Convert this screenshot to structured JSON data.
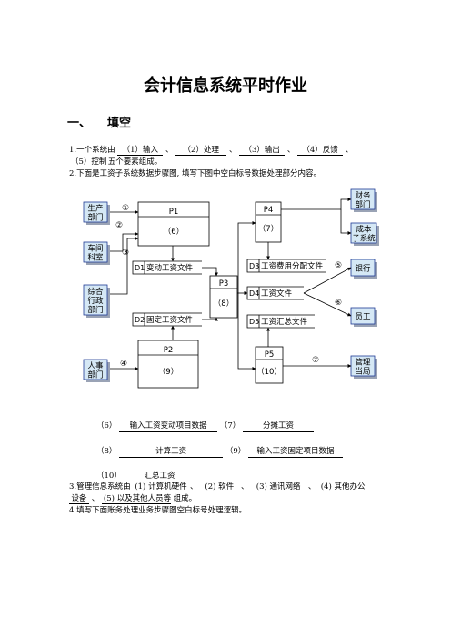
{
  "doc": {
    "title": "会计信息系统平时作业",
    "section_num": "一、",
    "section_title": "填空",
    "q1": {
      "prefix": "1.一个系统由",
      "blanks": [
        "（1）输入",
        "（2）处理",
        "（3）输出",
        "（4）反馈",
        "（5）控制"
      ],
      "sep": "、",
      "suffix": "五个要素组成。"
    },
    "q2": {
      "text": "2.下面是工资子系统数据步骤图, 填写下图中空白标号数据处理部分内容。"
    },
    "answers": {
      "a6_label": "（6）",
      "a6": "输入工资变动项目数据",
      "a7_label": "（7）",
      "a7": "分摊工资",
      "a8_label": "（8）",
      "a8": "计算工资",
      "a9_label": "（9）",
      "a9": "输入工资固定项目数据",
      "a10_label": "（10）",
      "a10": "汇总工资"
    },
    "q3": {
      "prefix": "3.管理信息系统由",
      "b1": "(1) 计算机硬件",
      "b2": "(2) 软件",
      "b3": "(3) 通讯网络",
      "b4a": "(4) 其他办公",
      "b4b": "设备",
      "b5": "(5) 以及其他人员等",
      "sep": "、",
      "suffix": "组成。"
    },
    "q4": {
      "text": "4.填写下面账务处理业务步骤图空白标号处理逻辑。"
    }
  },
  "diagram": {
    "entities": {
      "e1": [
        "生产",
        "部门"
      ],
      "e2": [
        "车间",
        "科室"
      ],
      "e3": [
        "综合",
        "行政",
        "部门"
      ],
      "e4": [
        "人事",
        "部门"
      ],
      "e5": [
        "财务",
        "部门"
      ],
      "e6": [
        "成本",
        "子系统"
      ],
      "e7": "银行",
      "e8": "员工",
      "e9": [
        "管理",
        "当局"
      ]
    },
    "processes": {
      "p1_id": "P1",
      "p1_num": "（6）",
      "p2_id": "P2",
      "p2_num": "（9）",
      "p3_id": "P3",
      "p3_num": "（8）",
      "p4_id": "P4",
      "p4_num": "（7）",
      "p5_id": "P5",
      "p5_num": "（10）"
    },
    "stores": {
      "d1_id": "D1",
      "d1": "变动工资文件",
      "d2_id": "D2",
      "d2": "固定工资文件",
      "d3_id": "D3",
      "d3": "工资费用分配文件",
      "d4_id": "D4",
      "d4": "工资文件",
      "d5_id": "D5",
      "d5": "工资汇总文件"
    },
    "marks": {
      "m1": "①",
      "m2": "②",
      "m3": "③",
      "m4": "④",
      "m5": "⑤",
      "m6": "⑥",
      "m7": "⑦"
    },
    "colors": {
      "entity_fill": "#d5e8f5",
      "entity_stroke": "#1f3a93",
      "line": "#000000"
    }
  }
}
